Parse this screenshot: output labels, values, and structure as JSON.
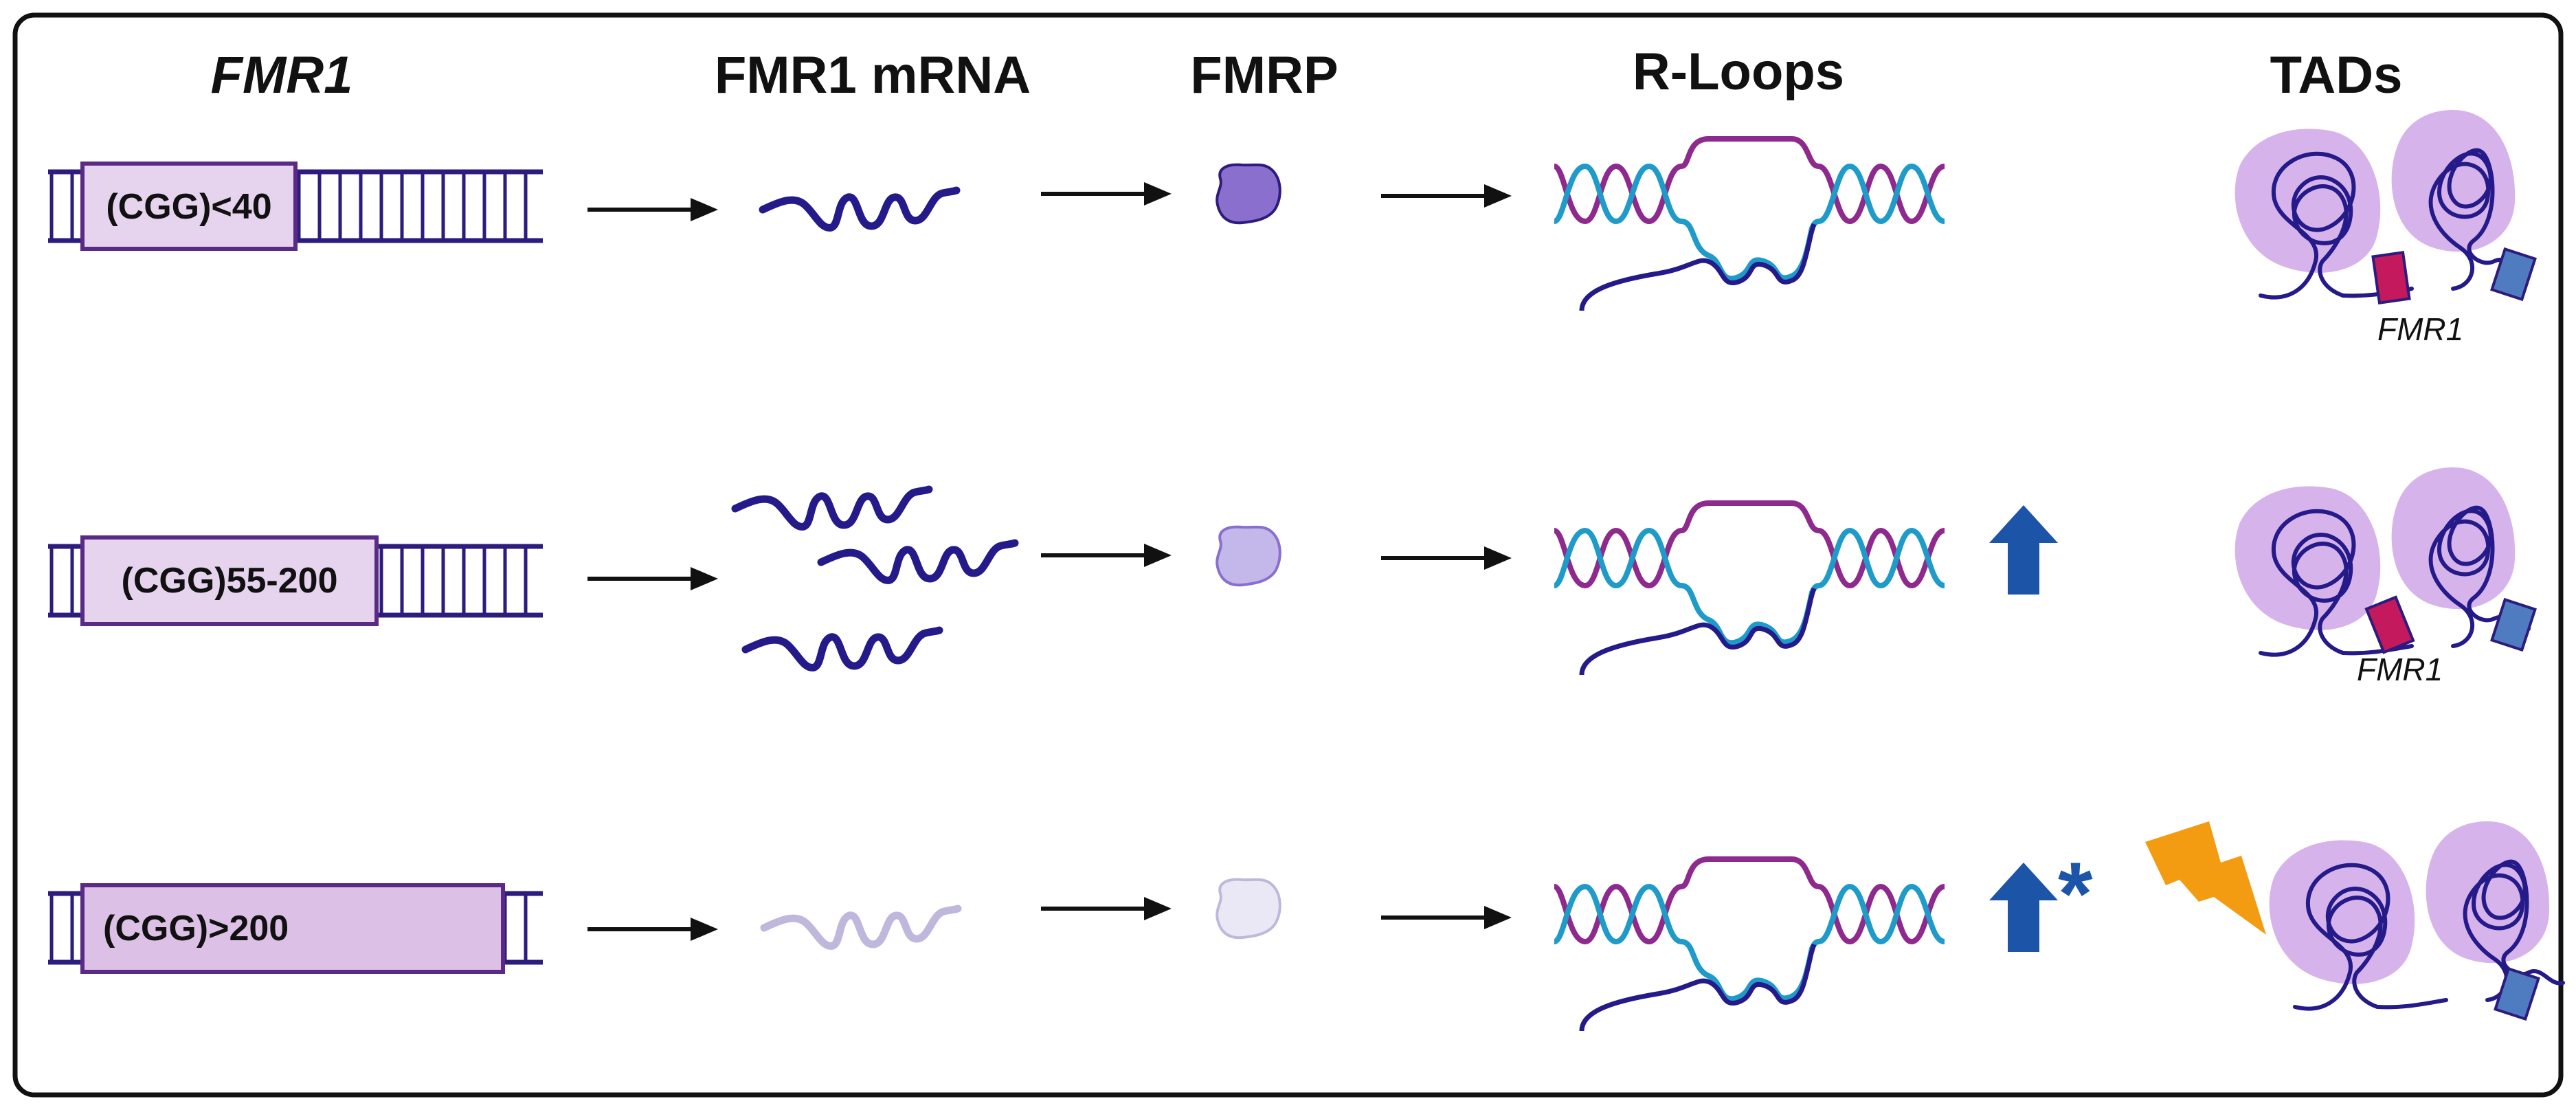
{
  "headers": {
    "gene": "FMR1",
    "mrna": "FMR1 mRNA",
    "protein": "FMRP",
    "rloops": "R-Loops",
    "tads": "TADs"
  },
  "rows": [
    {
      "repeat_label": "(CGG)<40",
      "gene_label": "FMR1",
      "rloop_change": "none",
      "asterisk": ""
    },
    {
      "repeat_label": "(CGG)55-200",
      "gene_label": "FMR1",
      "rloop_change": "increase",
      "asterisk": ""
    },
    {
      "repeat_label": "(CGG)>200",
      "gene_label": "",
      "rloop_change": "increase",
      "asterisk": "*"
    }
  ],
  "icons": {
    "arrow": "right-arrow-icon",
    "up": "up-arrow-icon",
    "damage": "lightning-bolt-icon"
  },
  "colors": {
    "dna": "#2d1b7e",
    "box_fill": "#e6d3ee",
    "box_fill_large": "#dcc0e6",
    "box_stroke": "#5b2a86",
    "mrna": "#241a8a",
    "mrna_faded": "#bfb8dc",
    "fmrp_high": "#8a6fcf",
    "fmrp_mid": "#c4b7ea",
    "fmrp_low": "#ebe8f5",
    "rloop_magenta": "#8e2a8e",
    "rloop_cyan": "#1f9bc9",
    "tad_fill": "#d6b3ea",
    "fmr1_locus": "#c4195c",
    "boundary": "#4f7cc0",
    "up_arrow": "#1c54a8",
    "lightning": "#f39c12"
  }
}
